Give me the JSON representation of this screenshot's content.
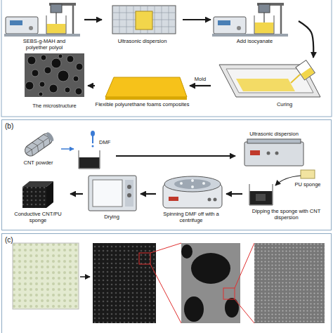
{
  "diagram": {
    "nodes": [
      {
        "text": [
          "SEBS-g-MAH and polyether polyol"
        ]
      },
      {
        "text": [
          "Ultrasonic dispersion"
        ]
      },
      {
        "text": [
          "Add isocyanate"
        ]
      },
      {
        "text": [
          "The microstructure"
        ]
      },
      {
        "text": [
          "Flexible polyurethane foams composites"
        ]
      },
      {
        "text": [
          "Curing"
        ]
      },
      {
        "text": [
          "(b)"
        ]
      },
      {
        "text": [
          "CNT powder"
        ],
        "in": 6
      },
      {
        "text": [
          "DMF"
        ],
        "in": 6
      },
      {
        "text": [
          "Ultrasonic dispersion"
        ],
        "in": 6
      },
      {
        "text": [
          "Conductive CNT/PU sponge"
        ],
        "in": 6
      },
      {
        "text": [
          "Drying"
        ],
        "in": 6
      },
      {
        "text": [
          "Spinning DMF off with a centrifuge"
        ],
        "in": 6
      },
      {
        "text": [
          "PU sponge",
          "Dipping the sponge with CNT dispersion"
        ],
        "in": 6
      },
      {
        "text": [
          "(c)"
        ]
      }
    ],
    "edges": [
      {
        "from": 0,
        "to": 1,
        "arrow": "to"
      },
      {
        "from": 1,
        "to": 2,
        "arrow": "to"
      },
      {
        "from": 2,
        "to": 5,
        "arrow": "to"
      },
      {
        "from": 5,
        "to": 4,
        "label": "Mold",
        "arrow": "to"
      },
      {
        "from": 4,
        "to": 3,
        "arrow": "to"
      },
      {
        "from": 7,
        "to": 8,
        "arrow": "to"
      },
      {
        "from": 8,
        "to": 9,
        "arrow": "to"
      },
      {
        "from": 13,
        "to": 12,
        "arrow": "to"
      },
      {
        "from": 12,
        "to": 11,
        "arrow": "to"
      },
      {
        "from": 11,
        "to": 10,
        "arrow": "to"
      }
    ]
  }
}
